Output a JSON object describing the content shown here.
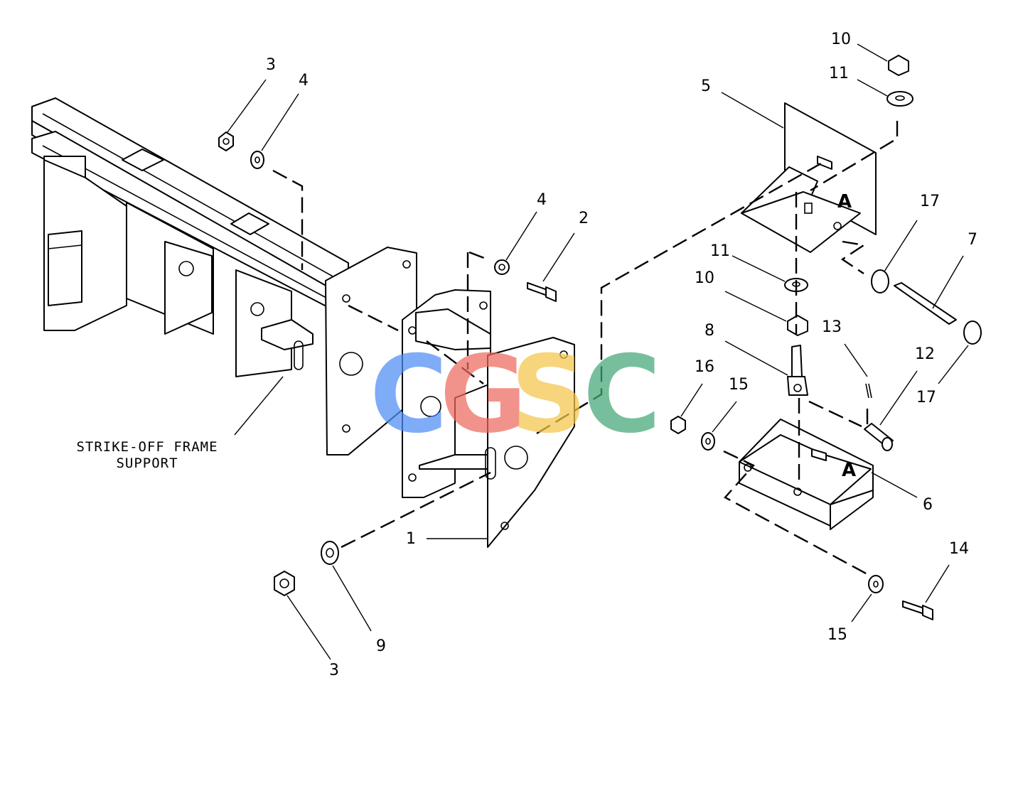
{
  "caption": {
    "line1": "STRIKE-OFF FRAME",
    "line2": "SUPPORT"
  },
  "watermark": {
    "letters": [
      "C",
      "G",
      "S",
      "C"
    ],
    "colors": [
      "#4f8df5",
      "#ee6a5f",
      "#f5c64a",
      "#44a777"
    ]
  },
  "callouts": [
    {
      "id": "c1",
      "text": "1"
    },
    {
      "id": "c2",
      "text": "2"
    },
    {
      "id": "c3a",
      "text": "3"
    },
    {
      "id": "c3b",
      "text": "3"
    },
    {
      "id": "c4a",
      "text": "4"
    },
    {
      "id": "c4b",
      "text": "4"
    },
    {
      "id": "c5",
      "text": "5"
    },
    {
      "id": "c6",
      "text": "6"
    },
    {
      "id": "c7",
      "text": "7"
    },
    {
      "id": "c8",
      "text": "8"
    },
    {
      "id": "c9",
      "text": "9"
    },
    {
      "id": "c10a",
      "text": "10"
    },
    {
      "id": "c10b",
      "text": "10"
    },
    {
      "id": "c11a",
      "text": "11"
    },
    {
      "id": "c11b",
      "text": "11"
    },
    {
      "id": "c12",
      "text": "12"
    },
    {
      "id": "c13",
      "text": "13"
    },
    {
      "id": "c14",
      "text": "14"
    },
    {
      "id": "c15a",
      "text": "15"
    },
    {
      "id": "c15b",
      "text": "15"
    },
    {
      "id": "c16",
      "text": "16"
    },
    {
      "id": "c17a",
      "text": "17"
    },
    {
      "id": "c17b",
      "text": "17"
    }
  ],
  "view_marks": {
    "upper": "A",
    "lower": "A"
  }
}
